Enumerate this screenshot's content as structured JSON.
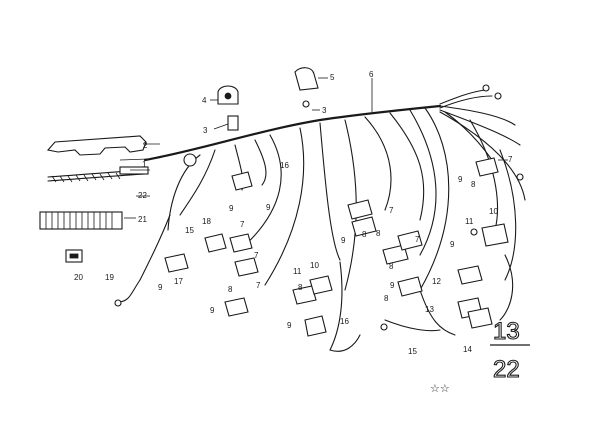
{
  "callouts": [
    "1",
    "2",
    "3",
    "3",
    "4",
    "5",
    "6",
    "7",
    "7",
    "7",
    "7",
    "7",
    "7",
    "8",
    "8",
    "8",
    "8",
    "8",
    "8",
    "8",
    "9",
    "9",
    "9",
    "9",
    "9",
    "9",
    "9",
    "9",
    "9",
    "10",
    "10",
    "11",
    "11",
    "12",
    "13",
    "14",
    "15",
    "15",
    "16",
    "16",
    "17",
    "18",
    "19",
    "20",
    "21",
    "22"
  ],
  "group_number": {
    "top": "13",
    "bottom": "22"
  },
  "footer_mark": "☆☆"
}
